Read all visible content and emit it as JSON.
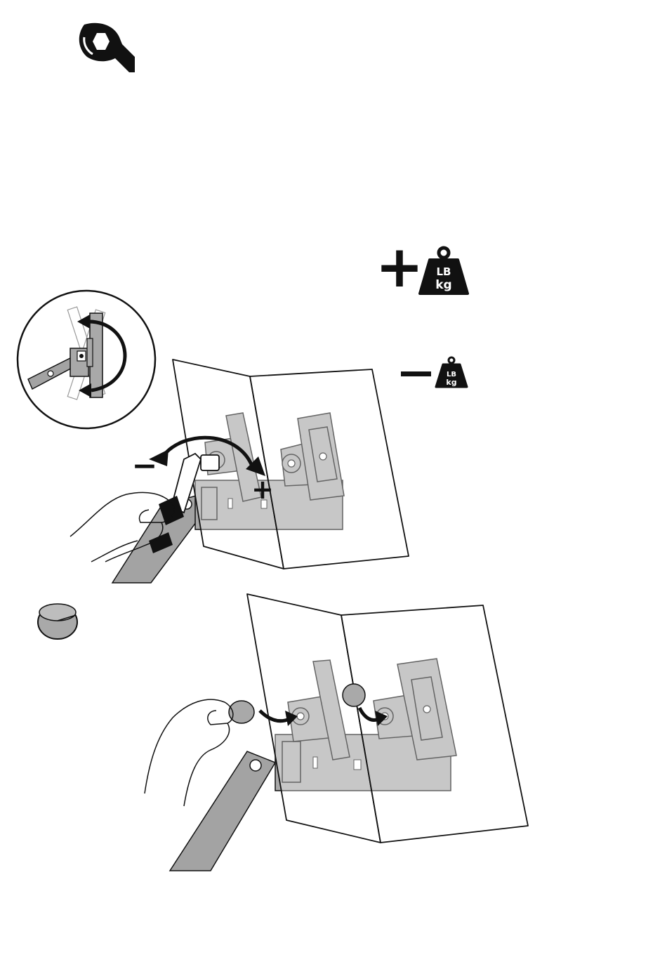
{
  "manual_step": {
    "tool_icon": "hex-wrench-tool-icon",
    "increase_symbol": "+",
    "decrease_symbol": "−",
    "weight": {
      "large": {
        "unit_top": "LB",
        "unit_bottom": "kg"
      },
      "small": {
        "unit_top": "LB",
        "unit_bottom": "kg"
      }
    },
    "adjust_direction": {
      "minus_label": "−",
      "plus_label": "+"
    },
    "cap_icon": "cover-cap-icon",
    "colors": {
      "ink": "#111111",
      "part_fill": "#a9a9a9",
      "arm_fill": "#a3a3a3",
      "panel_fill": "#ffffff",
      "dark_accent": "#1a1a1a"
    }
  }
}
